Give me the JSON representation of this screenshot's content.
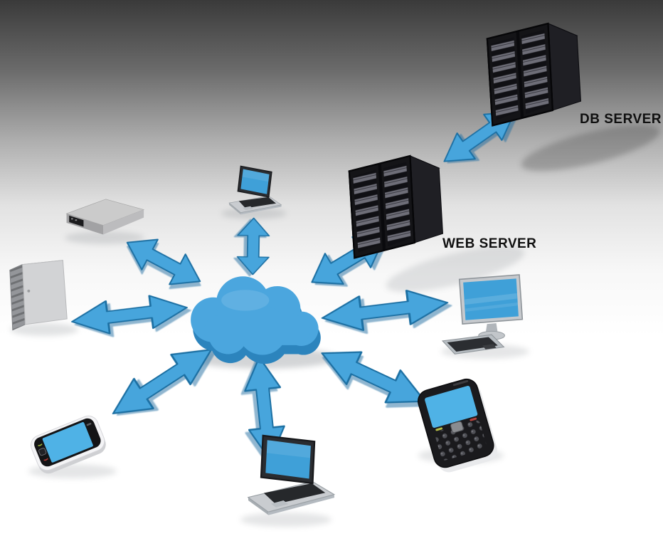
{
  "diagram": {
    "kind": "cloud-network-architecture",
    "labels": {
      "db_server": "DB SERVER",
      "web_server": "WEB SERVER"
    },
    "colors": {
      "arrow_blue": "#47a5dc",
      "arrow_edge_blue": "#1d6fa3",
      "cloud_blue": "#4ba6de",
      "cloud_side_blue": "#2c84bd",
      "screen_blue": "#3fa0d8",
      "server_body": "#141417",
      "device_gray": "#c9cccf",
      "background_top": "#3a3a3a",
      "background_bottom": "#ffffff",
      "label_text": "#101010"
    },
    "nodes": [
      {
        "id": "cloud",
        "icon": "cloud-icon"
      },
      {
        "id": "db-server",
        "icon": "server-rack-icon",
        "label": "DB SERVER"
      },
      {
        "id": "web-server",
        "icon": "server-rack-icon",
        "label": "WEB SERVER"
      },
      {
        "id": "laptop-top",
        "icon": "laptop-icon"
      },
      {
        "id": "desktop",
        "icon": "desktop-computer-icon"
      },
      {
        "id": "qwerty-phone",
        "icon": "qwerty-smartphone-icon"
      },
      {
        "id": "laptop-bottom",
        "icon": "laptop-icon"
      },
      {
        "id": "smartphone",
        "icon": "touch-smartphone-icon"
      },
      {
        "id": "storage-tower",
        "icon": "storage-tower-icon"
      },
      {
        "id": "portable-drive",
        "icon": "portable-drive-icon"
      }
    ],
    "connections": [
      {
        "from": "cloud",
        "to": "laptop-top"
      },
      {
        "from": "cloud",
        "to": "web-server"
      },
      {
        "from": "web-server",
        "to": "db-server"
      },
      {
        "from": "cloud",
        "to": "desktop"
      },
      {
        "from": "cloud",
        "to": "qwerty-phone"
      },
      {
        "from": "cloud",
        "to": "laptop-bottom"
      },
      {
        "from": "cloud",
        "to": "smartphone"
      },
      {
        "from": "cloud",
        "to": "storage-tower"
      },
      {
        "from": "cloud",
        "to": "portable-drive"
      }
    ]
  }
}
